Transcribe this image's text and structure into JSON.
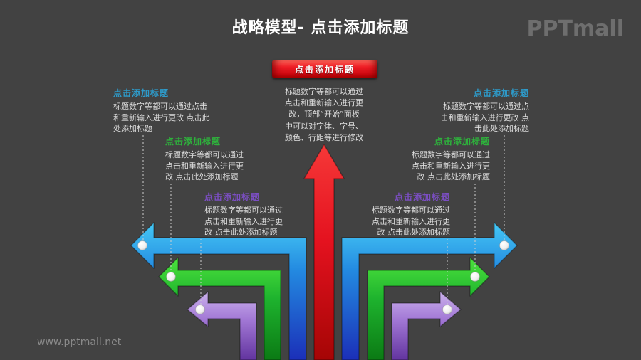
{
  "slide": {
    "title": "战略模型- 点击添加标题",
    "logo": "PPTmall",
    "watermark": "www.pptmall.net",
    "banner_label": "点击添加标题",
    "center_text": "标题数字等都可以通过\n点击和重新输入进行更\n改，顶部“开始”面板\n中可以对字体、字号、\n颜色、行距等进行修改"
  },
  "colors": {
    "background": "#424242",
    "banner_red": "#ed1c24",
    "arrow_red": "#e4121f",
    "arrow_blue": "#2389e0",
    "arrow_green": "#1eb32e",
    "arrow_purple": "#a379d6",
    "header_blue": "#2e9ac9",
    "header_green": "#2eb23c",
    "header_purple": "#7b4ec2",
    "connector_dot": "#ffffff",
    "body_text": "#dcdcdc"
  },
  "callouts": [
    {
      "id": "left-1",
      "color": "#2e9ac9",
      "header": "点击添加标题",
      "body": "标题数字等都可以通过点击\n和重新输入进行更改 点击此\n处添加标题"
    },
    {
      "id": "left-2",
      "color": "#2eb23c",
      "header": "点击添加标题",
      "body": "标题数字等都可以通过\n点击和重新输入进行更\n改 点击此处添加标题"
    },
    {
      "id": "left-3",
      "color": "#7b4ec2",
      "header": "点击添加标题",
      "body": "标题数字等都可以通过\n点击和重新输入进行更\n改 点击此处添加标题"
    },
    {
      "id": "right-1",
      "color": "#2e9ac9",
      "header": "点击添加标题",
      "body": "标题数字等都可以通过点\n击和重新输入进行更改 点\n击此处添加标题"
    },
    {
      "id": "right-2",
      "color": "#2eb23c",
      "header": "点击添加标题",
      "body": "标题数字等都可以通过\n点击和重新输入进行更\n改 点击此处添加标题"
    },
    {
      "id": "right-3",
      "color": "#7b4ec2",
      "header": "点击添加标题",
      "body": "标题数字等都可以通过\n点击和重新输入进行更\n改 点击此处添加标题"
    }
  ]
}
